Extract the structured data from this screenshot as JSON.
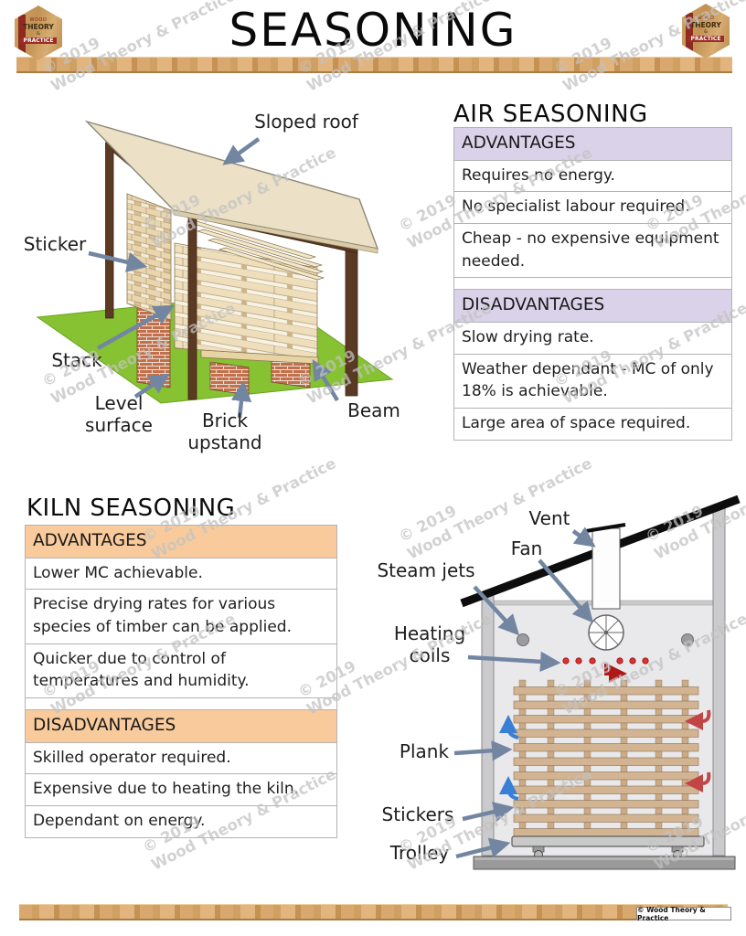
{
  "page": {
    "title": "SEASONING",
    "watermark": {
      "line1": "© 2019",
      "line2": "Wood Theory & Practice"
    },
    "footer_credit": "© Wood Theory & Practice"
  },
  "logo": {
    "word1": "WOOD",
    "word2": "THEORY",
    "amp": "&",
    "word3": "PRACTICE"
  },
  "air": {
    "heading": "AIR SEASONING",
    "advantages_label": "ADVANTAGES",
    "disadvantages_label": "DISADVANTAGES",
    "advantages": [
      "Requires no energy.",
      "No specialist labour required.",
      "Cheap - no expensive equipment needed."
    ],
    "disadvantages": [
      "Slow drying rate.",
      "Weather dependant - MC of only 18% is achievable.",
      "Large area of space required."
    ]
  },
  "kiln": {
    "heading": "KILN SEASONING",
    "advantages_label": "ADVANTAGES",
    "disadvantages_label": "DISADVANTAGES",
    "advantages": [
      "Lower MC achievable.",
      "Precise drying rates for various species of timber can be applied.",
      "Quicker due to control of temperatures and humidity."
    ],
    "disadvantages": [
      "Skilled operator required.",
      "Expensive due to heating the kiln.",
      "Dependant on energy."
    ]
  },
  "air_diagram": {
    "labels": {
      "sloped_roof": "Sloped roof",
      "sticker": "Sticker",
      "stack": "Stack",
      "level_surface": "Level surface",
      "brick_upstand": "Brick upstand",
      "beam": "Beam"
    }
  },
  "kiln_diagram": {
    "labels": {
      "vent": "Vent",
      "fan": "Fan",
      "steam_jets": "Steam jets",
      "heating_coils": "Heating coils",
      "plank": "Plank",
      "stickers": "Stickers",
      "trolley": "Trolley"
    }
  },
  "colors": {
    "air_header_bg": "#d9d2e9",
    "kiln_header_bg": "#f9cb9c",
    "arrow_slate": "#7286a2",
    "ground_green": "#87c232",
    "roof_cream": "#ece1c6",
    "post_brown": "#5b3a24",
    "brick_orange": "#c46f4b",
    "plank_tan": "#d3b492",
    "heat_red": "#c23030",
    "cool_blue": "#3a7fd6"
  }
}
